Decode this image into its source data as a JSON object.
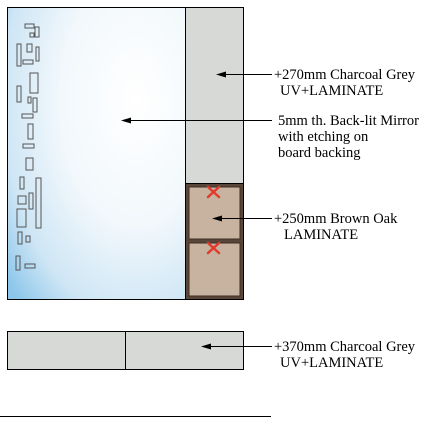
{
  "labels": {
    "charcoal_top_line1": "+270mm Charcoal Grey",
    "charcoal_top_line2": "UV+LAMINATE",
    "mirror_line1": "5mm th. Back-lit Mirror",
    "mirror_line2": "with etching on",
    "mirror_line3": "board backing",
    "oak_line1": "+250mm Brown Oak",
    "oak_line2": "LAMINATE",
    "charcoal_bottom_line1": "+370mm Charcoal Grey",
    "charcoal_bottom_line2": "UV+LAMINATE"
  },
  "colors": {
    "charcoal_panel": "#d6d9d5",
    "brown_oak_frame": "#5a4638",
    "brown_oak_panel": "#c7b3a0",
    "mirror_edge": "#8cc6ea",
    "mirror_center": "#ffffff",
    "marker": "#e23a2e",
    "line": "#000000"
  }
}
